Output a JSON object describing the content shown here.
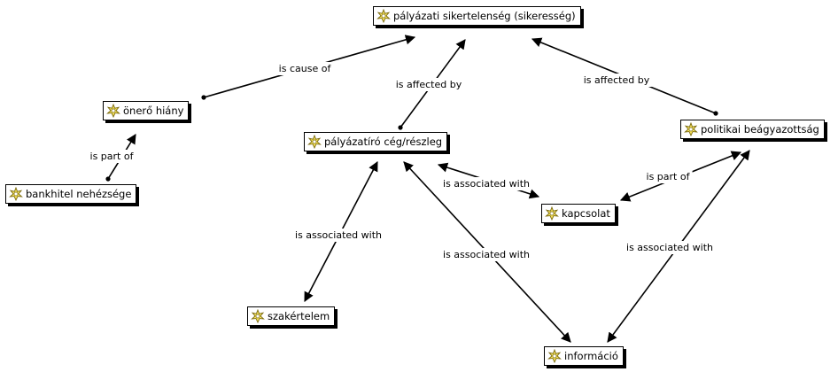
{
  "nodes": [
    {
      "id": "sikertelenseg",
      "label": "pályázati sikertelenség (sikeresség)",
      "icon": "code-icon"
    },
    {
      "id": "onero",
      "label": "önerő hiány",
      "icon": "code-icon"
    },
    {
      "id": "palyazatiro",
      "label": "pályázatíró cég/részleg",
      "icon": "code-icon"
    },
    {
      "id": "politikai",
      "label": "politikai beágyazottság",
      "icon": "code-icon"
    },
    {
      "id": "bankhitel",
      "label": "bankhitel nehézsége",
      "icon": "code-icon"
    },
    {
      "id": "kapcsolat",
      "label": "kapcsolat",
      "icon": "code-icon"
    },
    {
      "id": "szakertelem",
      "label": "szakértelem",
      "icon": "code-icon"
    },
    {
      "id": "informacio",
      "label": "információ",
      "icon": "code-icon"
    }
  ],
  "edges": [
    {
      "label": "is cause of"
    },
    {
      "label": "is affected by"
    },
    {
      "label": "is affected by"
    },
    {
      "label": "is part of"
    },
    {
      "label": "is part of"
    },
    {
      "label": "is associated with"
    },
    {
      "label": "is associated with"
    },
    {
      "label": "is associated with"
    },
    {
      "label": "is associated with"
    }
  ],
  "colors": {
    "icon_fill": "#f5e15a",
    "icon_stroke": "#7a6a10",
    "line": "#000000"
  }
}
